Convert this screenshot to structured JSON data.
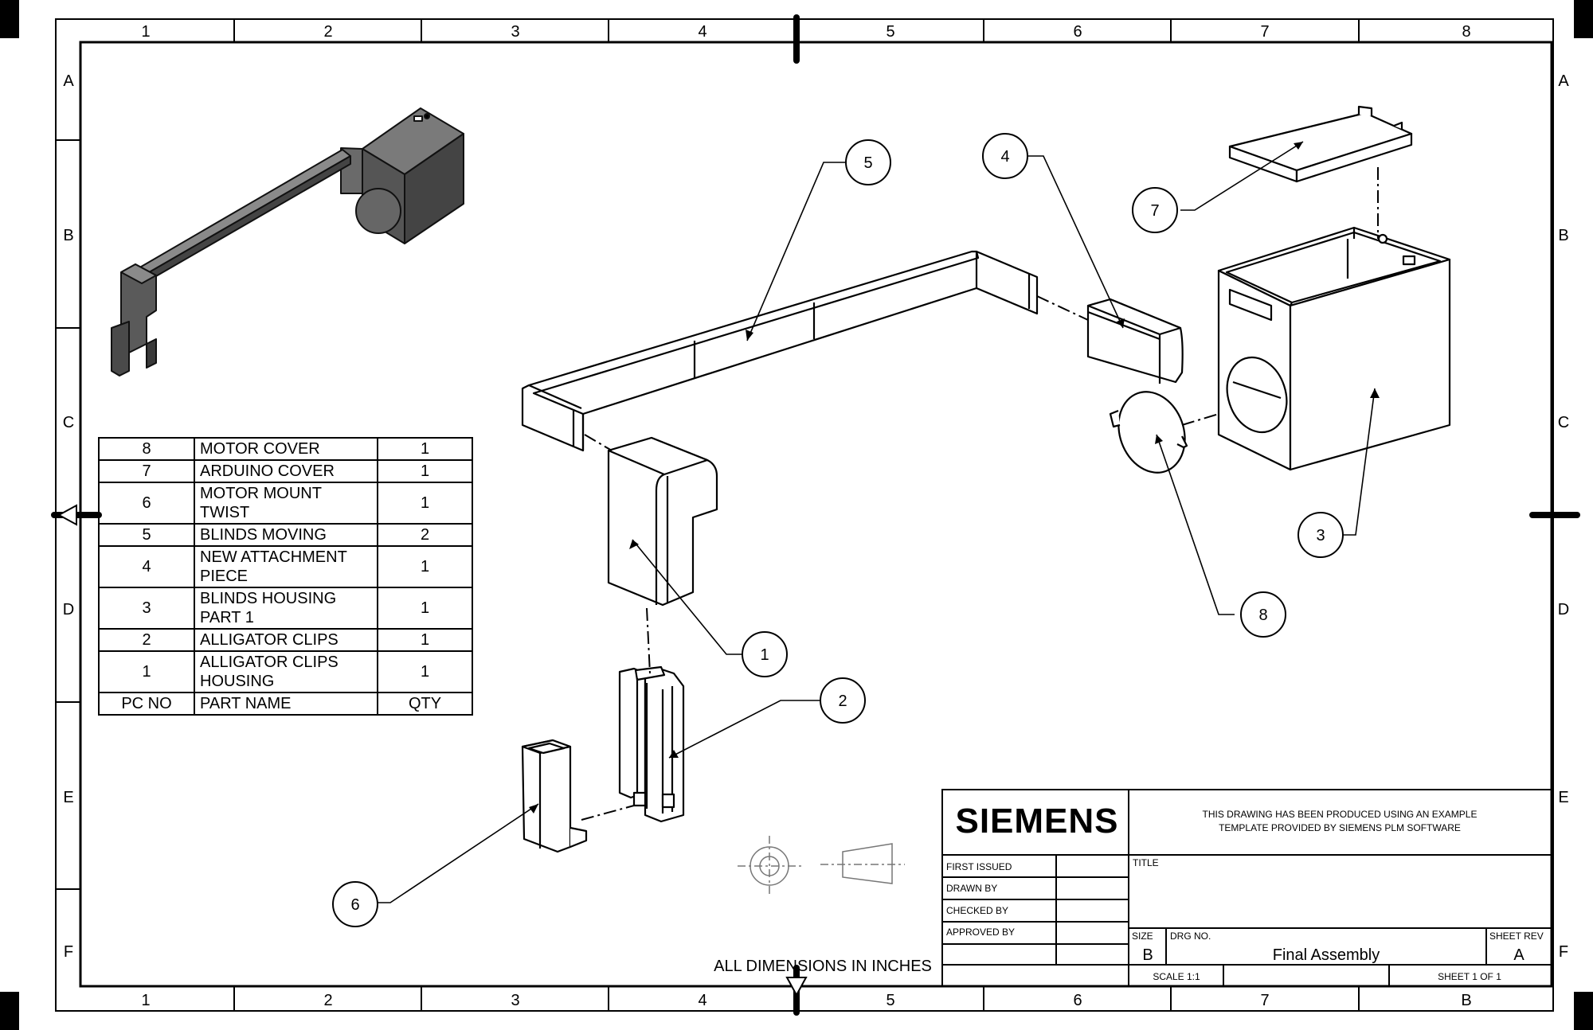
{
  "frame": {
    "column_labels": [
      "1",
      "2",
      "3",
      "4",
      "5",
      "6",
      "7",
      "8"
    ],
    "row_labels": [
      "A",
      "B",
      "C",
      "D",
      "E",
      "F"
    ],
    "bottom_right_column_label": "B"
  },
  "bom": {
    "header": {
      "pc_no": "PC NO",
      "part_name": "PART NAME",
      "qty": "QTY"
    },
    "rows": [
      {
        "pc": "8",
        "name": "MOTOR COVER",
        "qty": "1"
      },
      {
        "pc": "7",
        "name": "ARDUINO COVER",
        "qty": "1"
      },
      {
        "pc": "6",
        "name": "MOTOR MOUNT TWIST",
        "qty": "1"
      },
      {
        "pc": "5",
        "name": "BLINDS MOVING",
        "qty": "2"
      },
      {
        "pc": "4",
        "name": "NEW ATTACHMENT PIECE",
        "qty": "1"
      },
      {
        "pc": "3",
        "name": "BLINDS HOUSING PART 1",
        "qty": "1"
      },
      {
        "pc": "2",
        "name": "ALLIGATOR CLIPS",
        "qty": "1"
      },
      {
        "pc": "1",
        "name": "ALLIGATOR CLIPS HOUSING",
        "qty": "1"
      }
    ]
  },
  "callouts": [
    "1",
    "2",
    "3",
    "4",
    "5",
    "6",
    "7",
    "8"
  ],
  "note": "ALL DIMENSIONS IN INCHES",
  "title_block": {
    "logo": "SIEMENS",
    "disclaimer_line1": "THIS DRAWING HAS BEEN PRODUCED USING AN EXAMPLE",
    "disclaimer_line2": "TEMPLATE PROVIDED BY SIEMENS PLM SOFTWARE",
    "first_issued": "FIRST ISSUED",
    "drawn_by": "DRAWN BY",
    "checked_by": "CHECKED BY",
    "approved_by": "APPROVED BY",
    "title_label": "TITLE",
    "size_label": "SIZE",
    "size_value": "B",
    "drg_no_label": "DRG NO.",
    "drg_no_value": "Final Assembly",
    "sheet_rev_label": "SHEET REV",
    "sheet_rev_value": "A",
    "scale": "SCALE 1:1",
    "sheet": "SHEET 1 OF 1"
  }
}
